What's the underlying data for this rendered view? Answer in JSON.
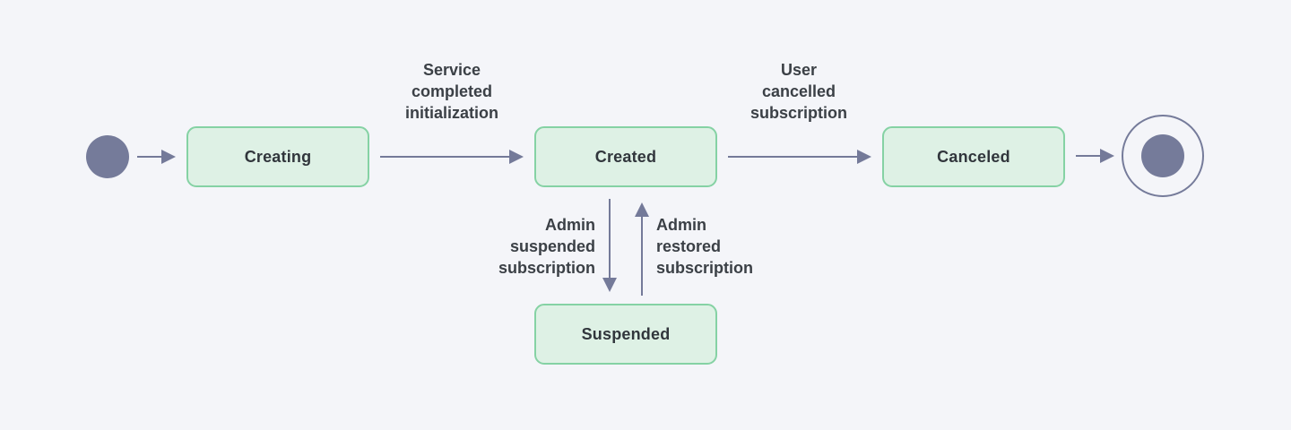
{
  "diagram": {
    "type": "state-machine",
    "subject": "subscription-lifecycle",
    "background_color": "#f4f5f9",
    "colors": {
      "state_fill": "#def1e5",
      "state_border": "#85d2a4",
      "state_text": "#31363c",
      "connector": "#747a99",
      "edge_label_text": "#3b4046",
      "terminal_node": "#757b9a"
    },
    "states": {
      "initial": {
        "kind": "initial",
        "label": ""
      },
      "creating": {
        "label": "Creating"
      },
      "created": {
        "label": "Created"
      },
      "canceled": {
        "label": "Canceled"
      },
      "suspended": {
        "label": "Suspended"
      },
      "final": {
        "kind": "final",
        "label": ""
      }
    },
    "transitions": [
      {
        "from": "initial",
        "to": "creating",
        "label": ""
      },
      {
        "from": "creating",
        "to": "created",
        "label": "Service\ncompleted\ninitialization"
      },
      {
        "from": "created",
        "to": "canceled",
        "label": "User\ncancelled\nsubscription"
      },
      {
        "from": "canceled",
        "to": "final",
        "label": ""
      },
      {
        "from": "created",
        "to": "suspended",
        "label": "Admin\nsuspended\nsubscription"
      },
      {
        "from": "suspended",
        "to": "created",
        "label": "Admin\nrestored\nsubscription"
      }
    ]
  }
}
